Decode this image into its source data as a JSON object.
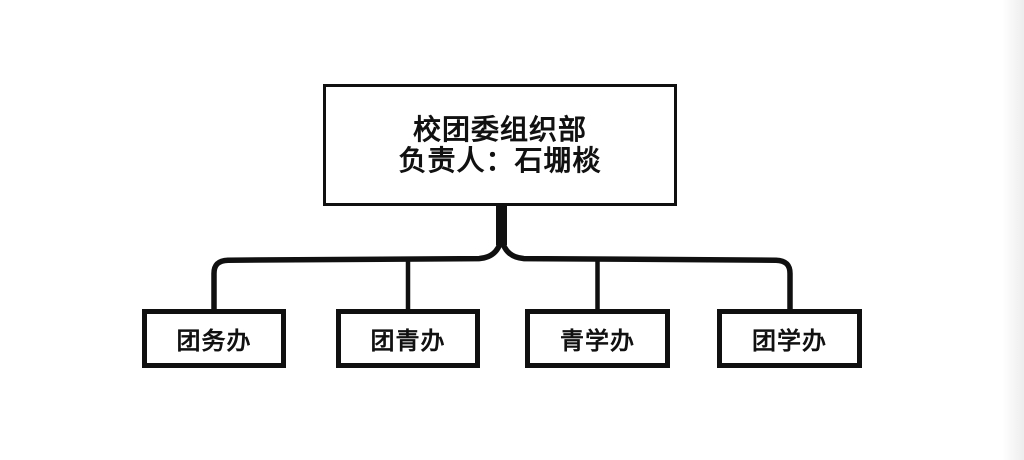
{
  "diagram": {
    "type": "org-chart",
    "root": {
      "title": "校团委组织部",
      "subtitle": "负责人：石堋棪"
    },
    "children": [
      {
        "label": "团务办"
      },
      {
        "label": "团青办"
      },
      {
        "label": "青学办"
      },
      {
        "label": "团学办"
      }
    ]
  },
  "colors": {
    "line": "#101010",
    "box_border": "#101010",
    "text": "#111111",
    "background": "#ffffff"
  }
}
